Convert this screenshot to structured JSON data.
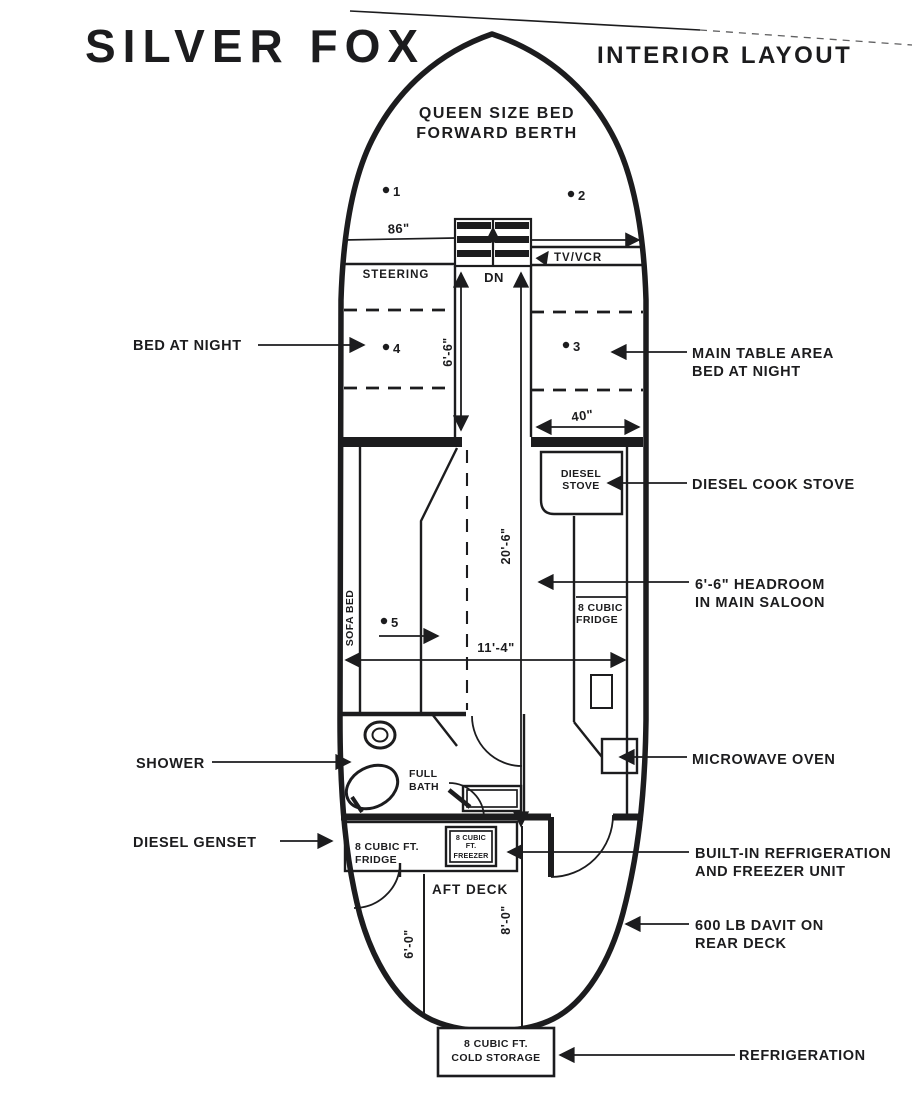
{
  "title": "SILVER FOX",
  "subtitle": "INTERIOR LAYOUT",
  "colors": {
    "ink": "#1c1c1e",
    "paper": "#ffffff"
  },
  "bow": {
    "berth_line1": "QUEEN SIZE BED",
    "berth_line2": "FORWARD BERTH",
    "point1": "1",
    "point2": "2",
    "dim_width": "86\""
  },
  "pilothouse": {
    "steering": "STEERING",
    "tv_vcr": "TV/VCR",
    "down_label": "DN",
    "point3": "3",
    "point4": "4",
    "dim_cabin_length": "6'-6\"",
    "dim_table_width": "40\""
  },
  "saloon": {
    "sofa_bed": "SOFA BED",
    "point5": "5",
    "dim_length": "20'-6\"",
    "dim_beam": "11'-4\"",
    "stove_line1": "DIESEL",
    "stove_line2": "STOVE",
    "fridge_line1": "8 CUBIC",
    "fridge_line2": "FRIDGE",
    "bath_line1": "FULL",
    "bath_line2": "BATH"
  },
  "aft": {
    "fridge_line1": "8 CUBIC FT.",
    "fridge_line2": "FRIDGE",
    "freezer_line1": "8 CUBIC",
    "freezer_line2": "FT.",
    "freezer_line3": "FREEZER",
    "deck_label": "AFT DECK",
    "dim_deck_port": "6'-0\"",
    "dim_deck_center": "8'-0\"",
    "cold_line1": "8 CUBIC FT.",
    "cold_line2": "COLD STORAGE"
  },
  "callouts": {
    "left": [
      {
        "name": "bed-at-night",
        "lines": [
          "BED AT NIGHT"
        ]
      },
      {
        "name": "shower",
        "lines": [
          "SHOWER"
        ]
      },
      {
        "name": "diesel-genset",
        "lines": [
          "DIESEL GENSET"
        ]
      }
    ],
    "right": [
      {
        "name": "main-table-area",
        "lines": [
          "MAIN TABLE AREA",
          "BED AT NIGHT"
        ]
      },
      {
        "name": "diesel-cook-stove",
        "lines": [
          "DIESEL COOK STOVE"
        ]
      },
      {
        "name": "headroom",
        "lines": [
          "6'-6\" HEADROOM",
          "IN MAIN SALOON"
        ]
      },
      {
        "name": "microwave-oven",
        "lines": [
          "MICROWAVE OVEN"
        ]
      },
      {
        "name": "built-in-refrigeration",
        "lines": [
          "BUILT-IN REFRIGERATION",
          "AND FREEZER UNIT"
        ]
      },
      {
        "name": "davit",
        "lines": [
          "600 LB DAVIT ON",
          "REAR DECK"
        ]
      },
      {
        "name": "refrigeration",
        "lines": [
          "REFRIGERATION"
        ]
      }
    ]
  }
}
